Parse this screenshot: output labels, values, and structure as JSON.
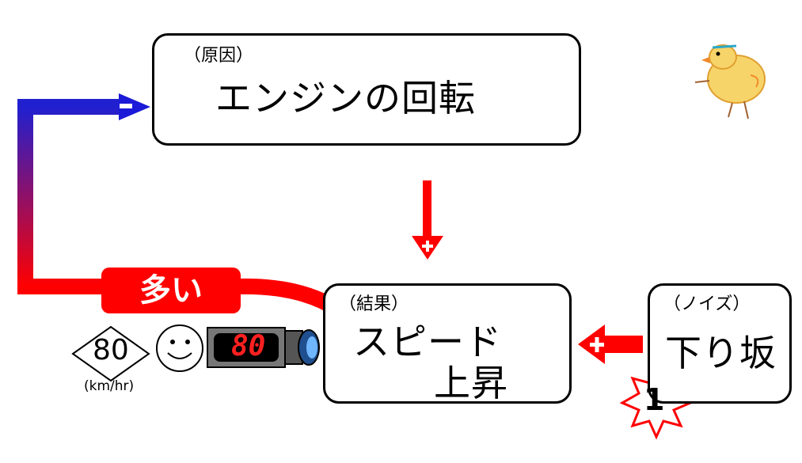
{
  "cause_box": {
    "label": "（原因）",
    "title": "エンジンの回転"
  },
  "result_box": {
    "label": "（結果）",
    "line1": "スピード",
    "line2": "上昇"
  },
  "noise_box": {
    "label": "（ノイズ）",
    "title": "下り坂"
  },
  "feedback": {
    "tag": "多い",
    "sign": "-"
  },
  "sign_cause_to_result": "+",
  "sign_noise_to_result": "+",
  "speed_sign": {
    "value": "80",
    "unit": "(km/hr)"
  },
  "meter_display": "80",
  "star_number": "1",
  "colors": {
    "red": "#ff0000",
    "blue": "#1a1ad8",
    "down_arrow": "#0000ff"
  }
}
